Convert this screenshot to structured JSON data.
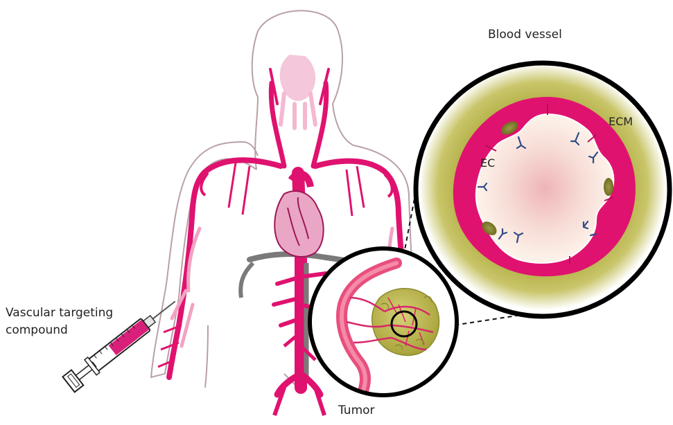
{
  "labels": {
    "blood_vessel": "Blood vessel",
    "ecm": "ECM",
    "ec": "EC",
    "compound_line1": "Vascular targeting",
    "compound_line2": "compound",
    "tumor": "Tumor"
  },
  "colors": {
    "vessel": "#e0126f",
    "vessel_light": "#f2a3c2",
    "heart": "#eaa7c5",
    "aorta_grey": "#7a7a7a",
    "body_outline": "#b8a0a8",
    "ecm_olive": "#b4b545",
    "lumen_center": "#f4c3c3",
    "lumen_edge": "#fbeee6",
    "receptor": "#2f4a86",
    "tumor_olive": "#b9b445",
    "syringe_barrel": "#d81f7a"
  }
}
